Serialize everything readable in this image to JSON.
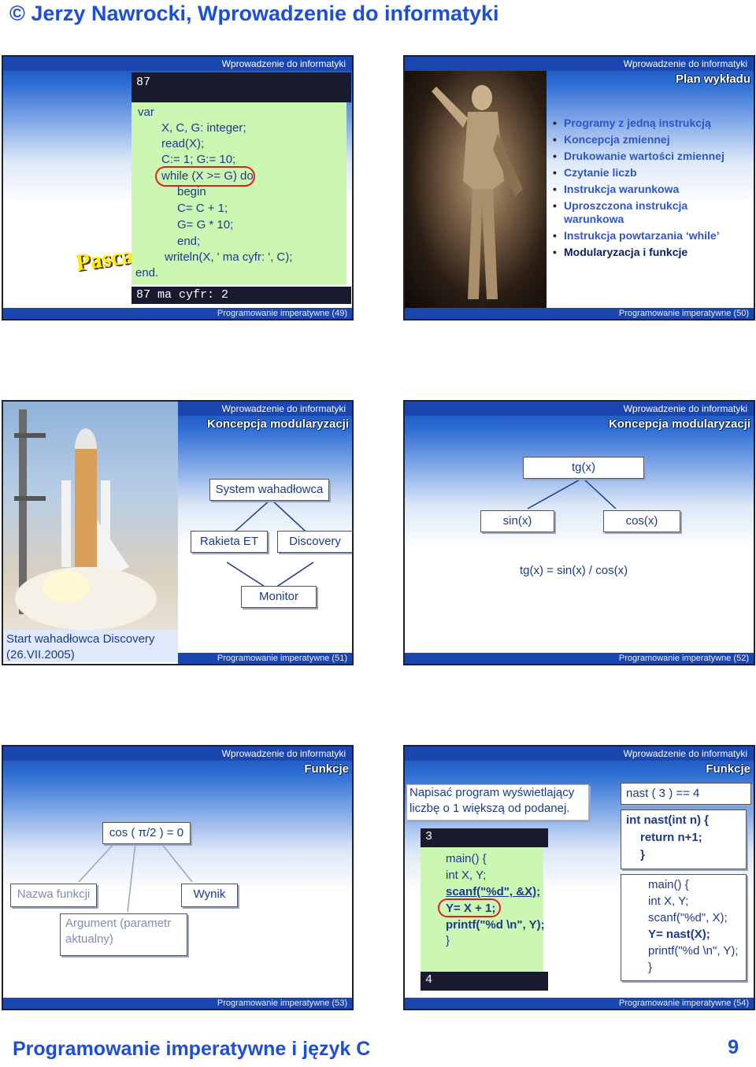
{
  "document": {
    "title": "© Jerzy Nawrocki, Wprowadzenie do informatyki",
    "footer": "Programowanie imperatywne i język C",
    "page_number": "9",
    "accent_color": "#1a4fd6"
  },
  "slides": {
    "s49": {
      "header": "Wprowadzenie do informatyki",
      "footer": "Programowanie imperatywne (49)",
      "input_value": "87",
      "logo_text": "Pascal",
      "code": [
        "var",
        "X, C, G: integer;",
        "read(X);",
        "C:= 1; G:= 10;",
        "while (X >= G) do",
        "begin",
        "C= C + 1;",
        "G= G * 10;",
        "end;",
        "writeln(X, ' ma cyfr: ', C);",
        "end."
      ],
      "output": "87 ma cyfr: 2"
    },
    "s50": {
      "header": "Wprowadzenie do informatyki",
      "title": "Plan wykładu",
      "footer": "Programowanie imperatywne (50)",
      "items": [
        "Programy z jedną instrukcją",
        "Koncepcja zmiennej",
        "Drukowanie wartości zmiennej",
        "Czytanie liczb",
        "Instrukcja warunkowa",
        "Uproszczona instrukcja warunkowa",
        "Instrukcja powtarzania ‘while’",
        "Modularyzacja i funkcje"
      ]
    },
    "s51": {
      "header": "Wprowadzenie do informatyki",
      "title": "Koncepcja modularyzacji",
      "footer": "Programowanie imperatywne (51)",
      "caption": "Start wahadłowca Discovery (26.VII.2005)",
      "root": "System wahadłowca",
      "left": "Rakieta ET",
      "right": "Discovery",
      "bottom": "Monitor"
    },
    "s52": {
      "header": "Wprowadzenie do informatyki",
      "title": "Koncepcja modularyzacji",
      "footer": "Programowanie imperatywne (52)",
      "root": "tg(x)",
      "left": "sin(x)",
      "right": "cos(x)",
      "formula": "tg(x) = sin(x) / cos(x)"
    },
    "s53": {
      "header": "Wprowadzenie do informatyki",
      "title": "Funkcje",
      "footer": "Programowanie imperatywne (53)",
      "expr": "cos ( π/2 ) = 0",
      "name_label": "Nazwa funkcji",
      "arg_label": "Argument (parametr aktualny)",
      "result_label": "Wynik"
    },
    "s54": {
      "header": "Wprowadzenie do informatyki",
      "title": "Funkcje",
      "footer": "Programowanie imperatywne (54)",
      "task": "Napisać program wyświetlający liczbę o 1 większą od podanej.",
      "term_input": "3",
      "term_output": "4",
      "code_left": [
        "main() {",
        "int X, Y;",
        "scanf(\"%d\", &X);",
        "Y= X + 1;",
        "printf(\"%d \\n\", Y);",
        "}"
      ],
      "nast_call": "nast ( 3 ) == 4",
      "nast_def": [
        "int nast(int n) {",
        "return n+1;",
        "}"
      ],
      "code_right": [
        "main() {",
        "int X, Y;",
        "scanf(\"%d\", X);",
        "Y= nast(X);",
        "printf(\"%d \\n\", Y);",
        "}"
      ]
    }
  }
}
